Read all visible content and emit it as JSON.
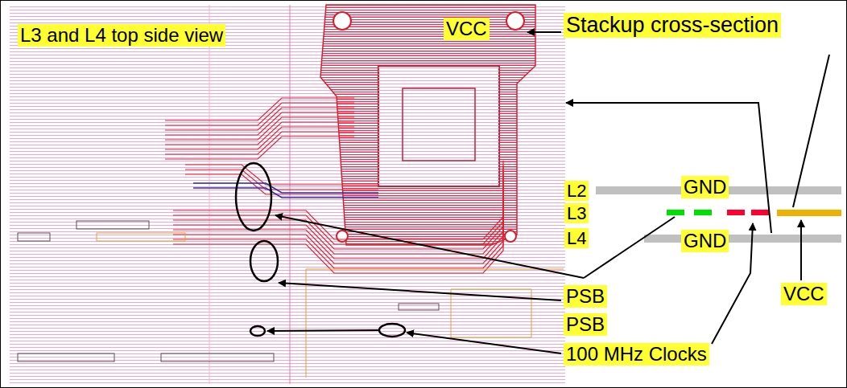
{
  "diagram": {
    "labels": [
      "L3 and L4 top side view",
      "VCC",
      "Stackup cross-section",
      "L2",
      "GND",
      "L3",
      "L4",
      "GND",
      "PSB",
      "VCC",
      "PSB",
      "100 MHz Clocks"
    ]
  }
}
